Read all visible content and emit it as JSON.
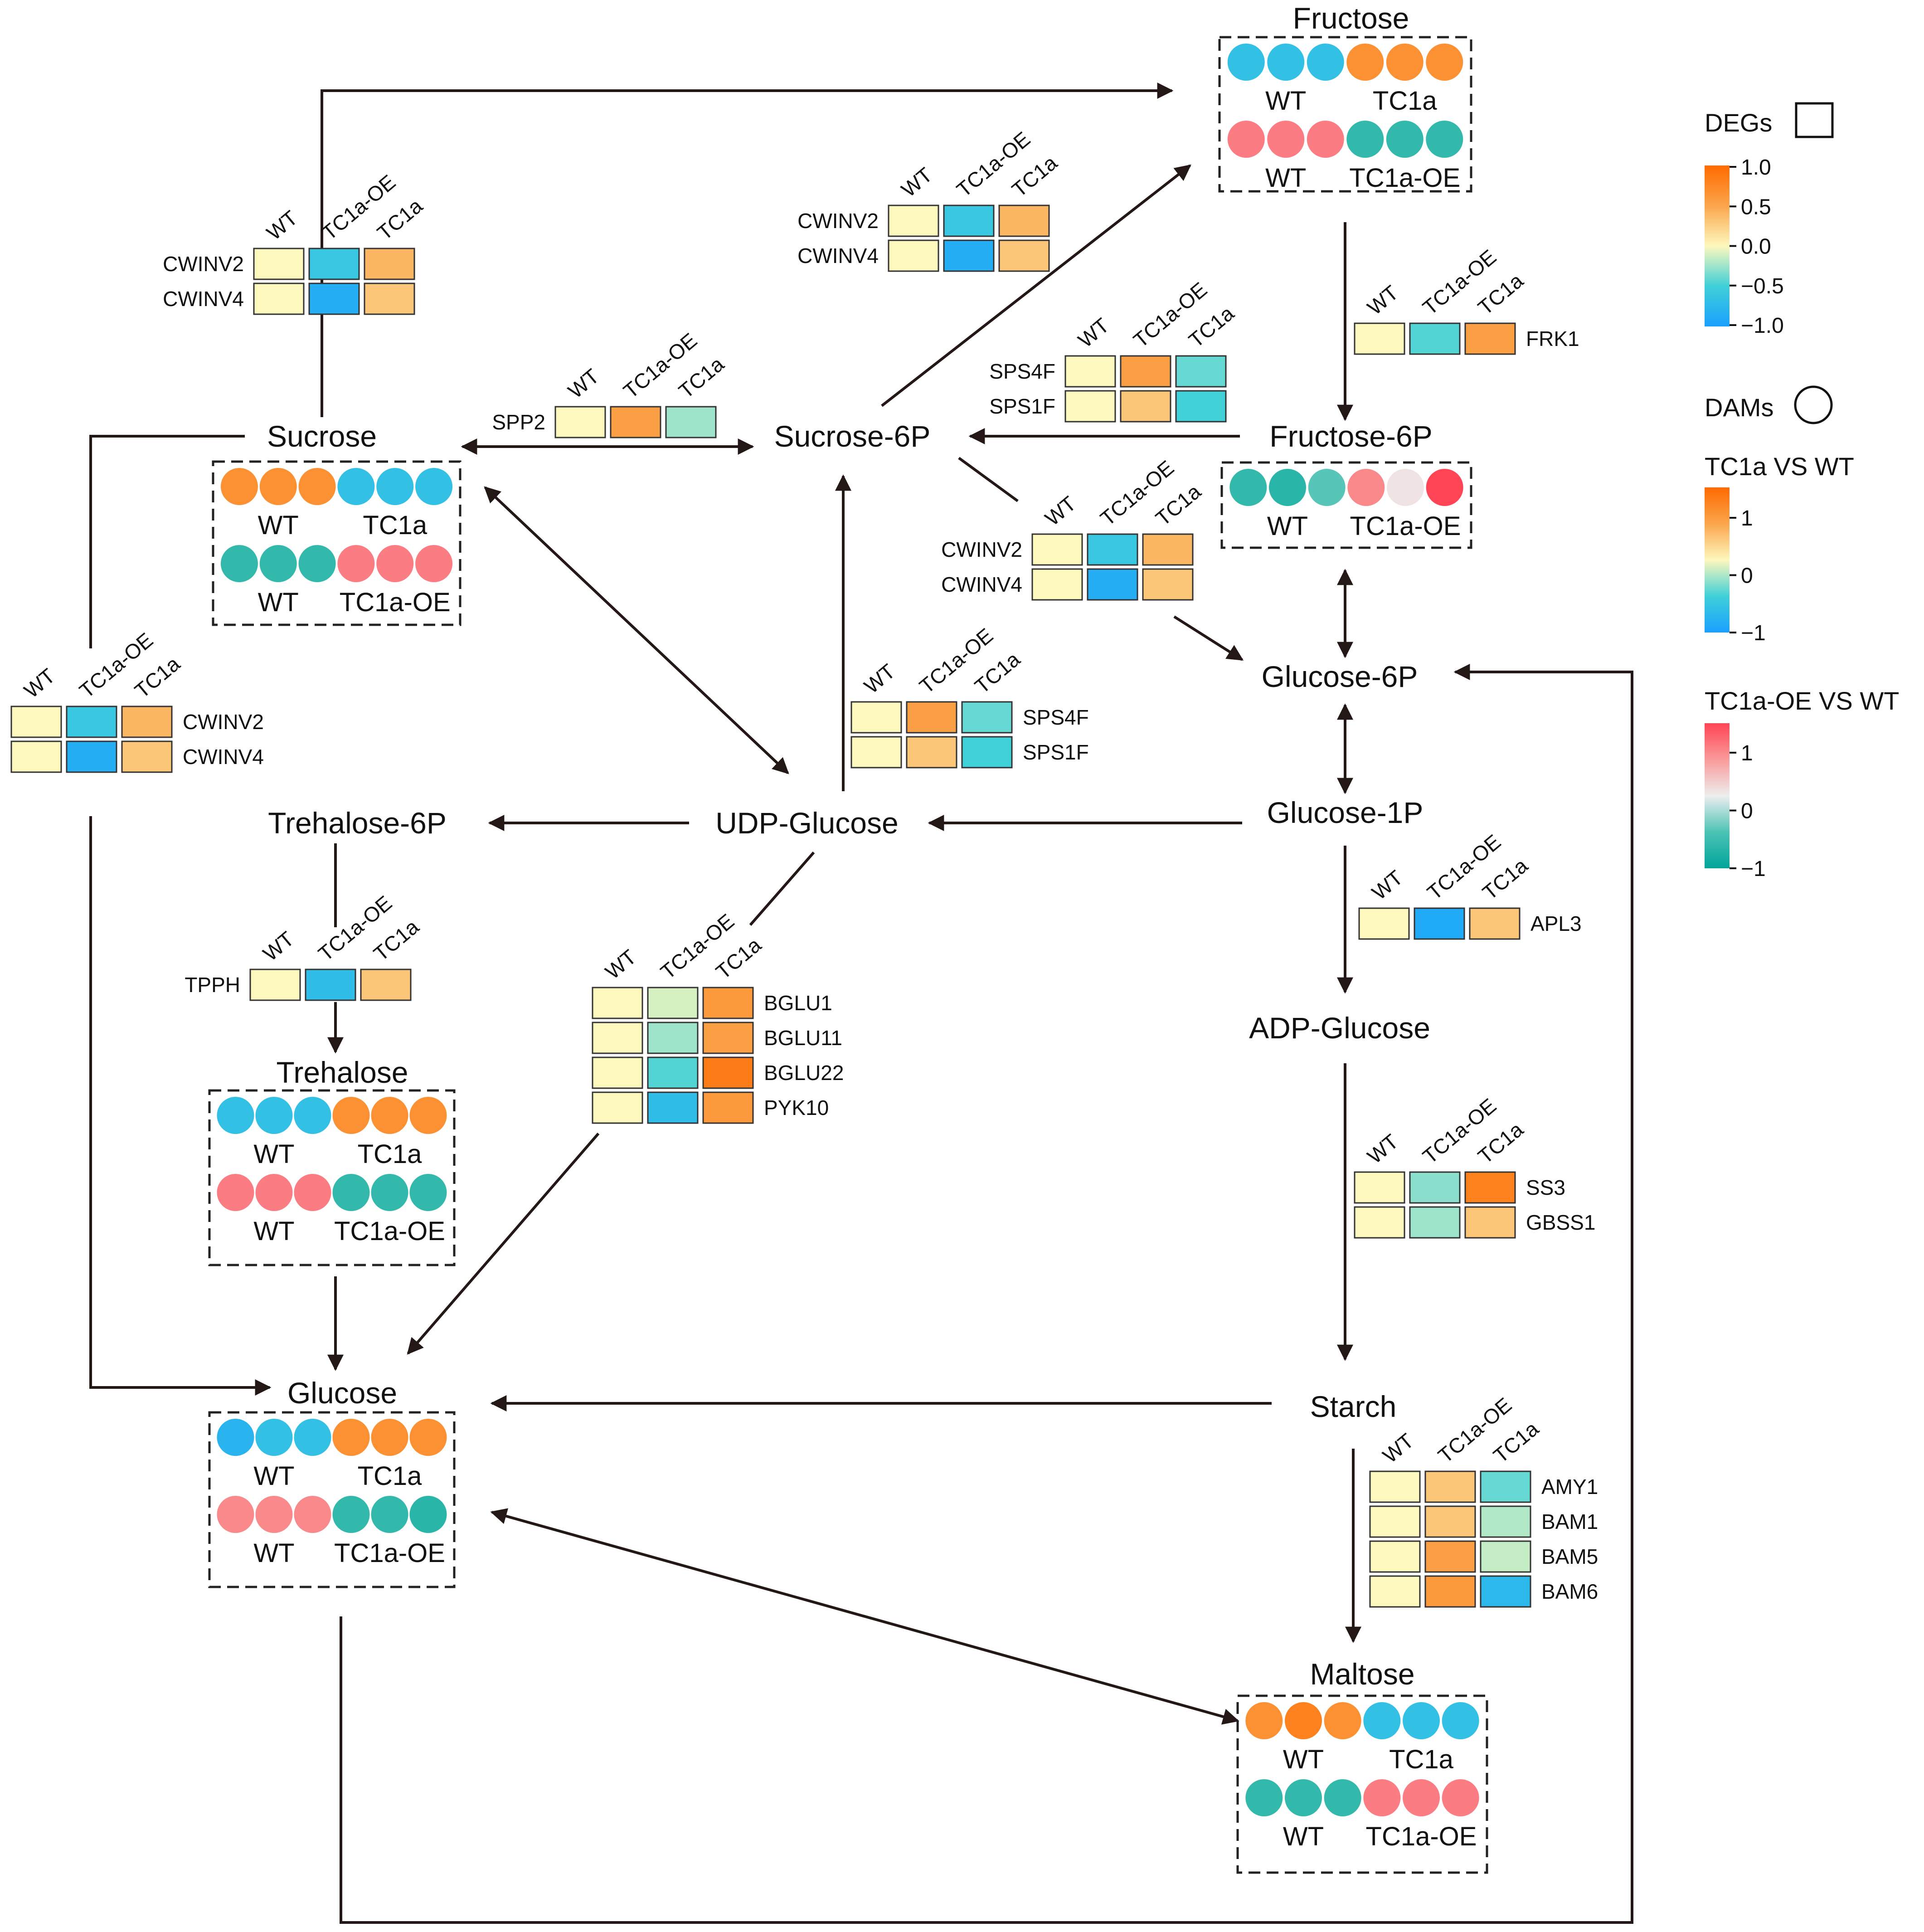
{
  "column_labels": {
    "wt": "WT",
    "oe": "TC1a-OE",
    "tc": "TC1a"
  },
  "group_labels": {
    "wt": "WT",
    "tc": "TC1a",
    "oe": "TC1a-OE"
  },
  "metabolites": {
    "fructose": "Fructose",
    "sucrose": "Sucrose",
    "sucrose6p": "Sucrose-6P",
    "fructose6p": "Fructose-6P",
    "glucose6p": "Glucose-6P",
    "glucose1p": "Glucose-1P",
    "udpglucose": "UDP-Glucose",
    "trehalose6p": "Trehalose-6P",
    "trehalose": "Trehalose",
    "adpglucose": "ADP-Glucose",
    "starch": "Starch",
    "glucose": "Glucose",
    "maltose": "Maltose"
  },
  "gene_blocks": {
    "b1": {
      "genes": [
        {
          "name": "CWINV2",
          "values": [
            0,
            -0.6,
            0.4
          ]
        },
        {
          "name": "CWINV4",
          "values": [
            0,
            -0.85,
            0.3
          ]
        }
      ]
    },
    "b2": {
      "genes": [
        {
          "name": "CWINV2",
          "values": [
            0,
            -0.6,
            0.4
          ]
        },
        {
          "name": "CWINV4",
          "values": [
            0,
            -0.85,
            0.3
          ]
        }
      ]
    },
    "b3": {
      "genes": [
        {
          "name": "SPP2",
          "values": [
            0,
            0.55,
            -0.25
          ]
        }
      ]
    },
    "b4": {
      "genes": [
        {
          "name": "FRK1",
          "values": [
            0,
            -0.45,
            0.55
          ]
        }
      ]
    },
    "b5": {
      "genes": [
        {
          "name": "SPS4F",
          "values": [
            0,
            0.55,
            -0.4
          ]
        },
        {
          "name": "SPS1F",
          "values": [
            0,
            0.3,
            -0.5
          ]
        }
      ]
    },
    "b6": {
      "genes": [
        {
          "name": "CWINV2",
          "values": [
            0,
            -0.6,
            0.4
          ]
        },
        {
          "name": "CWINV4",
          "values": [
            0,
            -0.85,
            0.3
          ]
        }
      ]
    },
    "b7": {
      "genes": [
        {
          "name": "CWINV2",
          "values": [
            0,
            -0.6,
            0.4
          ]
        },
        {
          "name": "CWINV4",
          "values": [
            0,
            -0.85,
            0.3
          ]
        }
      ]
    },
    "b8": {
      "genes": [
        {
          "name": "SPS4F",
          "values": [
            0,
            0.55,
            -0.4
          ]
        },
        {
          "name": "SPS1F",
          "values": [
            0,
            0.3,
            -0.5
          ]
        }
      ]
    },
    "b9": {
      "genes": [
        {
          "name": "APL3",
          "values": [
            0,
            -0.9,
            0.3
          ]
        }
      ]
    },
    "b10": {
      "genes": [
        {
          "name": "TPPH",
          "values": [
            0,
            -0.7,
            0.3
          ]
        }
      ]
    },
    "b11": {
      "genes": [
        {
          "name": "BGLU1",
          "values": [
            0,
            -0.1,
            0.6
          ]
        },
        {
          "name": "BGLU11",
          "values": [
            0,
            -0.25,
            0.55
          ]
        },
        {
          "name": "BGLU22",
          "values": [
            0,
            -0.45,
            0.85
          ]
        },
        {
          "name": "PYK10",
          "values": [
            0,
            -0.7,
            0.6
          ]
        }
      ]
    },
    "b12": {
      "genes": [
        {
          "name": "SS3",
          "values": [
            0,
            -0.3,
            0.8
          ]
        },
        {
          "name": "GBSS1",
          "values": [
            0,
            -0.25,
            0.3
          ]
        }
      ]
    },
    "b13": {
      "genes": [
        {
          "name": "AMY1",
          "values": [
            0,
            0.3,
            -0.4
          ]
        },
        {
          "name": "BAM1",
          "values": [
            0,
            0.3,
            -0.2
          ]
        },
        {
          "name": "BAM5",
          "values": [
            0,
            0.55,
            -0.15
          ]
        },
        {
          "name": "BAM6",
          "values": [
            0,
            0.6,
            -0.75
          ]
        }
      ]
    }
  },
  "dam_boxes": {
    "fructose": {
      "top": [
        -1,
        -1,
        -1,
        1,
        1,
        1
      ],
      "bottom": [
        1,
        1,
        1,
        -1,
        -1,
        -1
      ]
    },
    "sucrose": {
      "top": [
        1,
        1,
        1,
        -1,
        -1,
        -1
      ],
      "bottom": [
        -1,
        -1,
        -1,
        1,
        1,
        1
      ]
    },
    "trehalose": {
      "top": [
        -1,
        -1,
        -1,
        1,
        1,
        1
      ],
      "bottom": [
        1,
        1,
        1,
        -1,
        -1,
        -1
      ]
    },
    "glucose": {
      "top": [
        -1.2,
        -1,
        -1,
        1,
        1,
        1
      ],
      "bottom": [
        0.9,
        0.9,
        0.9,
        -1,
        -1,
        -1.1
      ]
    },
    "maltose": {
      "top": [
        1,
        1.2,
        1,
        -1,
        -1,
        -1
      ],
      "bottom": [
        -1,
        -1,
        -1,
        1,
        1,
        1
      ]
    },
    "fructose6p": {
      "bottom": [
        -1,
        -1.1,
        -0.7,
        0.9,
        0.1,
        1.6
      ]
    }
  },
  "legend": {
    "degs_label": "DEGs",
    "dams_label": "DAMs",
    "deg_scale": {
      "ticks": [
        "1.0",
        "0.5",
        "0.0",
        "−0.5",
        "−1.0"
      ],
      "colors": [
        "#ff6a00",
        "#fba54c",
        "#fdf8bd",
        "#3fd0d8",
        "#1aa0ff"
      ]
    },
    "tc1a_scale": {
      "title": "TC1a VS WT",
      "ticks": [
        "1",
        "0",
        "−1"
      ],
      "colors": [
        "#ff6a00",
        "#fba54c",
        "#fdf8bd",
        "#3fd0d8",
        "#1aa0ff"
      ]
    },
    "oe_scale": {
      "title": "TC1a-OE VS WT",
      "ticks": [
        "1",
        "0",
        "−1"
      ],
      "colors": [
        "#ff4455",
        "#f99a9a",
        "#eeeeee",
        "#4cc3b5",
        "#00a59a"
      ]
    }
  }
}
